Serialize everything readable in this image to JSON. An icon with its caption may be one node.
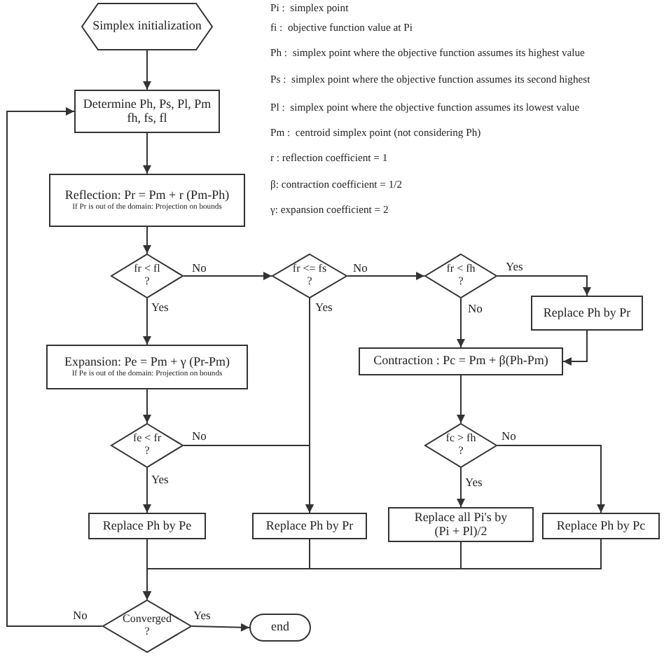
{
  "diagram": {
    "nodes": [
      {
        "text": [
          "Simplex initialization"
        ]
      },
      {
        "text": [
          "Determine Ph, Ps, Pl, Pm fh, fs, fl"
        ]
      },
      {
        "text": [
          "Reflection: Pr = Pm + r (Pm-Ph)",
          "If Pr is out of the domain: Projection on bounds"
        ]
      },
      {
        "text": [
          "fr < fl",
          "?"
        ]
      },
      {
        "text": [
          "fr <= fs",
          "?"
        ]
      },
      {
        "text": [
          "fr < fh",
          "?"
        ]
      },
      {
        "text": [
          "Replace Ph by Pr"
        ]
      },
      {
        "text": [
          "Expansion: Pe = Pm + γ (Pr-Pm)",
          "If Pe is out of the domain: Projection on bounds"
        ]
      },
      {
        "text": [
          "Contraction : Pc = Pm + β(Ph-Pm)"
        ]
      },
      {
        "text": [
          "fe < fr",
          "?"
        ]
      },
      {
        "text": [
          "fc > fh",
          "?"
        ]
      },
      {
        "text": [
          "Replace Ph by Pe"
        ]
      },
      {
        "text": [
          "Replace Ph by Pr"
        ]
      },
      {
        "text": [
          "Replace all Pi's by (Pi + Pl)/2"
        ]
      },
      {
        "text": [
          "Replace Ph by Pc"
        ]
      },
      {
        "text": [
          "Converged",
          "?"
        ]
      },
      {
        "text": [
          "end"
        ]
      }
    ],
    "edges": [
      {
        "from": 0,
        "to": 1,
        "arrow": "to"
      },
      {
        "from": 1,
        "to": 2,
        "arrow": "to"
      },
      {
        "from": 2,
        "to": 3,
        "arrow": "to"
      },
      {
        "from": 3,
        "to": 4,
        "arrow": "to",
        "label": "No"
      },
      {
        "from": 4,
        "to": 5,
        "arrow": "to",
        "label": "No"
      },
      {
        "from": 5,
        "to": 6,
        "arrow": "to",
        "label": "Yes"
      },
      {
        "from": 5,
        "to": 8,
        "arrow": "to",
        "label": "No"
      },
      {
        "from": 6,
        "to": 8,
        "arrow": "to"
      },
      {
        "from": 3,
        "to": 7,
        "arrow": "to",
        "label": "Yes"
      },
      {
        "from": 4,
        "to": 12,
        "arrow": "to",
        "label": "Yes"
      },
      {
        "from": 7,
        "to": 9,
        "arrow": "to"
      },
      {
        "from": 9,
        "to": 11,
        "arrow": "to",
        "label": "Yes"
      },
      {
        "from": 9,
        "to": 12,
        "arrow": "to",
        "label": "No"
      },
      {
        "from": 8,
        "to": 10,
        "arrow": "to"
      },
      {
        "from": 10,
        "to": 13,
        "arrow": "to",
        "label": "Yes"
      },
      {
        "from": 10,
        "to": 14,
        "arrow": "to",
        "label": "No"
      },
      {
        "from": 11,
        "to": 15,
        "arrow": "to"
      },
      {
        "from": 12,
        "to": 15,
        "arrow": "to"
      },
      {
        "from": 13,
        "to": 15,
        "arrow": "to"
      },
      {
        "from": 14,
        "to": 15,
        "arrow": "to"
      },
      {
        "from": 15,
        "to": 16,
        "arrow": "to",
        "label": "Yes"
      },
      {
        "from": 15,
        "to": 1,
        "arrow": "to",
        "label": "No"
      }
    ],
    "labels": [
      "Pi :  simplex point",
      "fi :  objective function value at Pi",
      "Ph :  simplex point where the objective function assumes its highest value",
      "Ps :  simplex point where the objective function assumes its second highest",
      "Pl :  simplex point where the objective function assumes its lowest value",
      "Pm :  centroid simplex point (not considering Ph)",
      "r : reflection coefficient = 1",
      "β: contraction coefficient = 1/2",
      "γ: expansion coefficient = 2"
    ]
  }
}
